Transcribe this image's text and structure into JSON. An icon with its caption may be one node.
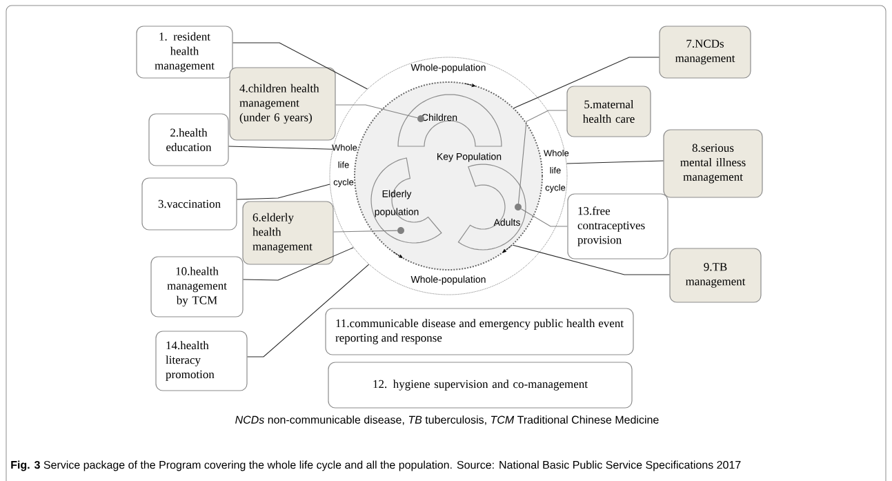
{
  "diagram": {
    "caption": "**Fig. 3** Service package of the Program covering the whole life cycle and all the population. Source: National Basic Public Service Specifications 2017",
    "nodes": [
      {
        "text": [
          "1. resident health management"
        ]
      },
      {
        "text": [
          "4.children health management (under 6 years)"
        ]
      },
      {
        "text": [
          "2.health education"
        ]
      },
      {
        "text": [
          "3.vaccination"
        ]
      },
      {
        "text": [
          "6.elderly health management"
        ]
      },
      {
        "text": [
          "10.health management by TCM"
        ]
      },
      {
        "text": [
          "14.health literacy promotion"
        ]
      },
      {
        "text": [
          "7.NCDs management"
        ]
      },
      {
        "text": [
          "5.maternal health care"
        ]
      },
      {
        "text": [
          "8.serious mental illness management"
        ]
      },
      {
        "text": [
          "13.free contraceptives provision"
        ]
      },
      {
        "text": [
          "9.TB management"
        ]
      },
      {
        "text": [
          "11.communicable disease and emergency public health event reporting and response"
        ]
      },
      {
        "text": [
          "12. hygiene supervision and co-management"
        ]
      },
      {
        "text": [
          "Whole-population",
          "Whole life cycle",
          "Whole life cycle",
          "Whole-population"
        ]
      },
      {
        "text": [
          "Key Population"
        ],
        "in": 14
      },
      {
        "text": [
          "Children"
        ],
        "in": 15
      },
      {
        "text": [
          "Elderly population"
        ],
        "in": 15
      },
      {
        "text": [
          "Adults"
        ],
        "in": 15
      },
      {
        "text": [],
        "shape": "circle",
        "in": 16
      },
      {
        "text": [],
        "shape": "circle",
        "in": 17
      },
      {
        "text": [],
        "shape": "circle",
        "in": 18
      }
    ],
    "edges": [
      {
        "from": 0,
        "to": 14,
        "arrow": "none"
      },
      {
        "from": 1,
        "to": 19,
        "arrow": "none",
        "color": "#808080"
      },
      {
        "from": 2,
        "to": 14,
        "arrow": "none"
      },
      {
        "from": 3,
        "to": 14,
        "arrow": "none"
      },
      {
        "from": 4,
        "to": 20,
        "arrow": "none",
        "color": "#808080"
      },
      {
        "from": 5,
        "to": 14,
        "arrow": "none"
      },
      {
        "from": 6,
        "to": 14,
        "arrow": "none"
      },
      {
        "from": 7,
        "to": 15,
        "arrow": "none"
      },
      {
        "from": 8,
        "to": 21,
        "arrow": "none",
        "color": "#808080"
      },
      {
        "from": 9,
        "to": 14,
        "arrow": "none"
      },
      {
        "from": 10,
        "to": 21,
        "arrow": "none",
        "color": "#808080"
      },
      {
        "from": 11,
        "to": 15,
        "arrow": "none"
      }
    ],
    "labels": [
      "*NCDs* non-communicable disease, *TB* tuberculosis, *TCM* Traditional Chinese Medicine"
    ]
  }
}
